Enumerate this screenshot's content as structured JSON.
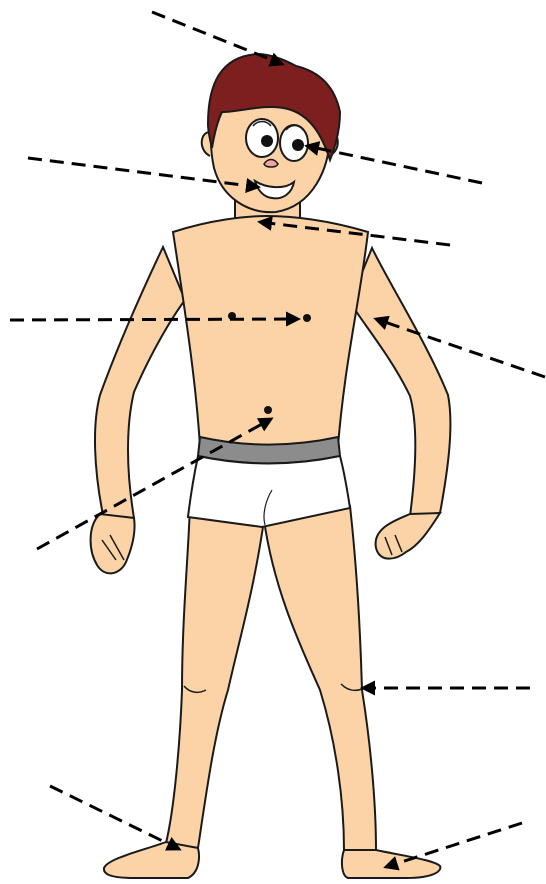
{
  "diagram": {
    "figure": "boy-body-parts-illustration",
    "colors": {
      "skin": "#FBD3A6",
      "hair": "#7E1F1F",
      "outline": "#1A1A1A",
      "waistband": "#8C8C8C",
      "briefs": "#FFFFFF",
      "nose": "#F3A3A3",
      "arrow": "#000000"
    },
    "pointer_targets": [
      "hair",
      "mouth",
      "eye",
      "neck",
      "chest",
      "elbow",
      "belly-button",
      "knee",
      "right-foot",
      "left-foot"
    ]
  }
}
